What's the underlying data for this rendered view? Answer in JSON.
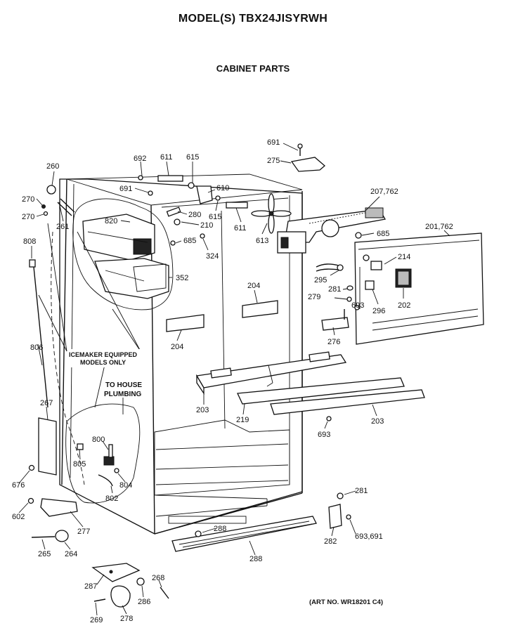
{
  "header": {
    "title": "MODEL(S) TBX24JISYRWH",
    "subtitle": "CABINET PARTS"
  },
  "art_number": "(ART NO. WR18201 C4)",
  "notes": {
    "icemaker": [
      "ICEMAKER EQUIPPED",
      "MODELS ONLY"
    ],
    "plumbing": [
      "TO HOUSE",
      "PLUMBING"
    ]
  },
  "callouts": {
    "c691_top": "691",
    "c275": "275",
    "c692": "692",
    "c611_top": "611",
    "c615_top": "615",
    "c691_left": "691",
    "c610": "610",
    "c260": "260",
    "c270_a": "270",
    "c270_b": "270",
    "c261": "261",
    "c820": "820",
    "c280": "280",
    "c210": "210",
    "c615_mid": "615",
    "c611_mid": "611",
    "c613": "613",
    "c207_762": "207,762",
    "c685_right": "685",
    "c201_762": "201,762",
    "c808": "808",
    "c685_left": "685",
    "c324": "324",
    "c214": "214",
    "c352": "352",
    "c295": "295",
    "c281_a": "281",
    "c279": "279",
    "c693_small": "693",
    "c296": "296",
    "c202": "202",
    "c204_right": "204",
    "c204_left": "204",
    "c276": "276",
    "c806": "806",
    "c203_left": "203",
    "c219": "219",
    "c203_right": "203",
    "c693": "693",
    "c267": "267",
    "c800": "800",
    "c805": "805",
    "c804": "804",
    "c802": "802",
    "c676": "676",
    "c281_b": "281",
    "c602": "602",
    "c282": "282",
    "c693_691": "693,691",
    "c277": "277",
    "c288_a": "288",
    "c288_b": "288",
    "c265": "265",
    "c264": "264",
    "c287": "287",
    "c268": "268",
    "c286": "286",
    "c269": "269",
    "c278": "278"
  }
}
